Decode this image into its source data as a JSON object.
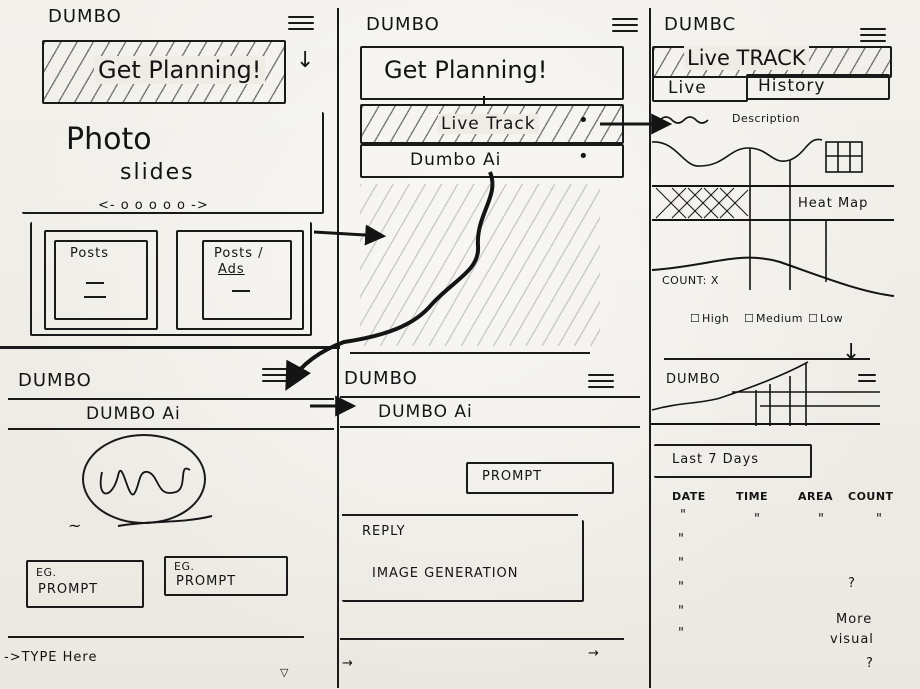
{
  "brand": "DUMBO",
  "brand_variant": "DUMBC",
  "screen1": {
    "cta": "Get Planning!",
    "slides_title": "Photo",
    "slides_subtitle": "slides",
    "slides_dots": "<- o o o o o ->",
    "card1": "Posts",
    "card2_line1": "Posts /",
    "card2_line2": "Ads"
  },
  "screen2": {
    "cta": "Get  Planning!",
    "live_track": "Live Track",
    "dumbo_ai": "Dumbo Ai"
  },
  "screen3": {
    "title": "Live TRACK",
    "tab_live": "Live",
    "tab_history": "History",
    "description": "Description",
    "heat_map": "Heat Map",
    "count": "COUNT: X",
    "legend_high": "High",
    "legend_medium": "Medium",
    "legend_low": "Low"
  },
  "screen4": {
    "header": "DUMBO Ai",
    "prompt1_line1": "EG.",
    "prompt1_line2": "PROMPT",
    "prompt2_line1": "EG.",
    "prompt2_line2": "PROMPT",
    "type_here": "->TYPE Here"
  },
  "screen5": {
    "header": "DUMBO  Ai",
    "prompt": "PROMPT",
    "reply": "REPLY",
    "image_generation": "IMAGE GENERATION"
  },
  "screen6": {
    "brand": "DUMBO",
    "last_days": "Last 7 Days",
    "columns": [
      "DATE",
      "TIME",
      "AREA",
      "COUNT"
    ],
    "ditto": "\"",
    "note_line1": "More",
    "note_line2": "visual",
    "question": "?"
  }
}
